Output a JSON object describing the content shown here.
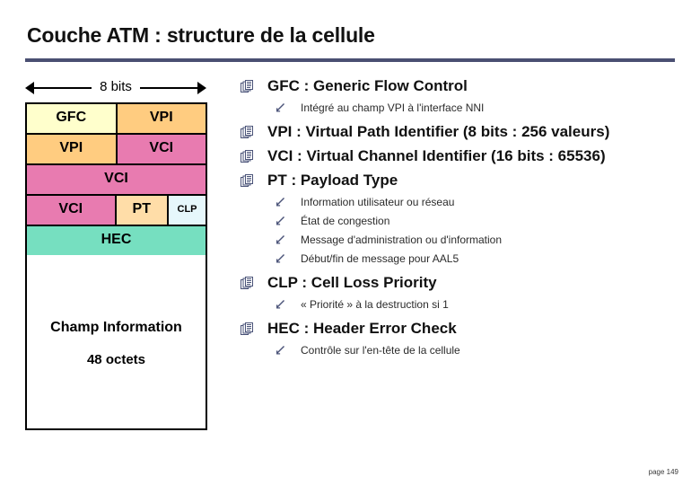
{
  "slide": {
    "title": "Couche ATM : structure de la cellule",
    "page_label": "page 149",
    "rule_color": "#4a4f72"
  },
  "diagram": {
    "width_caption": "8 bits",
    "colors": {
      "gfc": "#ffffcc",
      "vpi": "#ffcc80",
      "vci": "#e87bb0",
      "pt": "#ffdda8",
      "clp": "#e6f7fb",
      "hec": "#76dfc0",
      "payload": "#ffffff",
      "border": "#000000"
    },
    "rows": [
      {
        "segments": [
          {
            "label": "GFC",
            "flex": 50
          },
          {
            "label": "VPI",
            "flex": 50
          }
        ]
      },
      {
        "segments": [
          {
            "label": "VPI",
            "flex": 50
          },
          {
            "label": "VCI",
            "flex": 50
          }
        ]
      },
      {
        "segments": [
          {
            "label": "VCI",
            "flex": 100
          }
        ]
      },
      {
        "segments": [
          {
            "label": "VCI",
            "flex": 50
          },
          {
            "label": "PT",
            "flex": 29
          },
          {
            "label": "CLP",
            "flex": 21
          }
        ]
      },
      {
        "segments": [
          {
            "label": "HEC",
            "flex": 100
          }
        ]
      }
    ],
    "payload": {
      "title": "Champ Information",
      "subtitle": "48 octets"
    }
  },
  "bullets": [
    {
      "title": "GFC : Generic Flow Control",
      "subs": [
        "Intégré au champ VPI à l'interface NNI"
      ]
    },
    {
      "title": "VPI : Virtual Path Identifier (8 bits : 256 valeurs)",
      "subs": []
    },
    {
      "title": "VCI : Virtual Channel Identifier (16 bits : 65536)",
      "subs": []
    },
    {
      "title": "PT : Payload Type",
      "subs": [
        "Information utilisateur ou réseau",
        "État de congestion",
        "Message d'administration ou d'information",
        "Début/fin de message pour AAL5"
      ]
    },
    {
      "title": "CLP : Cell Loss Priority",
      "subs": [
        "« Priorité » à la destruction si 1"
      ]
    },
    {
      "title": "HEC : Header Error Check",
      "subs": [
        "Contrôle sur l'en-tête de la cellule"
      ]
    }
  ]
}
